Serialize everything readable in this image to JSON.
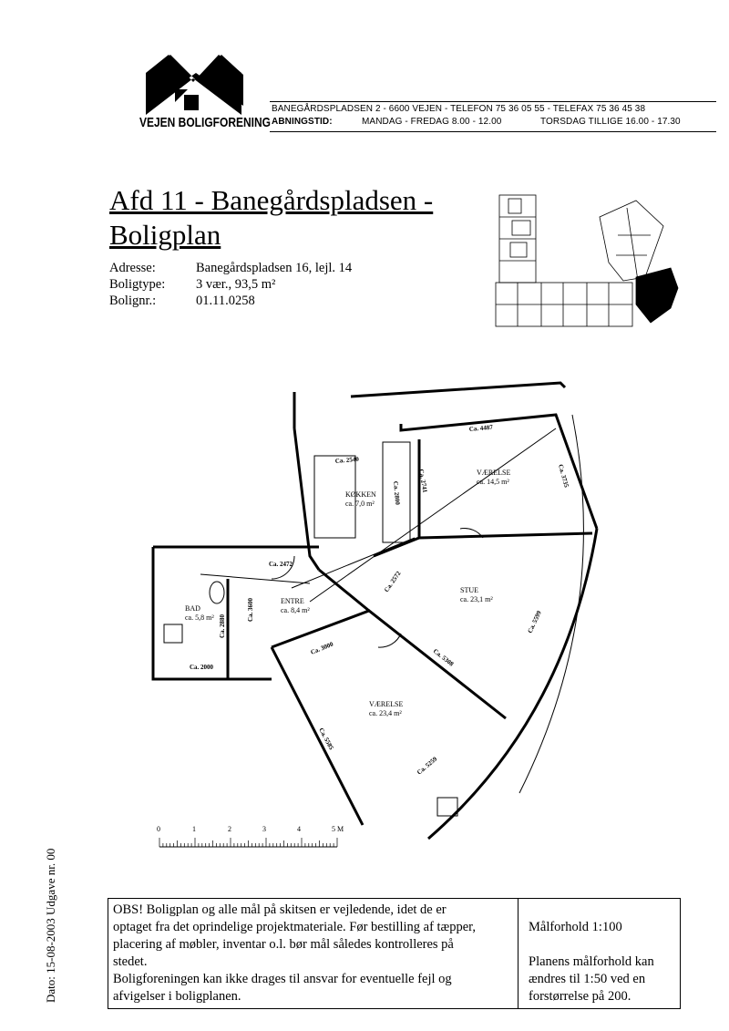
{
  "logo": {
    "name": "VEJEN BOLIGFORENING"
  },
  "header": {
    "address_line": "BANEGÅRDSPLADSEN 2 - 6600 VEJEN - TELEFON 75 36 05 55 - TELEFAX 75 36 45 38",
    "hours_label": "ABNINGSTID:",
    "hours_weekdays": "MANDAG - FREDAG 8.00 - 12.00",
    "hours_thursday": "TORSDAG TILLIGE 16.00 - 17.30"
  },
  "title": {
    "line1": "Afd 11 - Banegårdspladsen -",
    "line2": "Boligplan"
  },
  "details": [
    {
      "label": "Adresse:",
      "value": "Banegårdspladsen 16, lejl. 14"
    },
    {
      "label": "Boligtype:",
      "value": "3 vær., 93,5 m²"
    },
    {
      "label": "Bolignr.:",
      "value": "01.11.0258"
    }
  ],
  "rooms": {
    "vaerelse1": {
      "name": "VÆRELSE",
      "area": "ca. 14,5 m²"
    },
    "kokken": {
      "name": "KØKKEN",
      "area": "ca. 7,0 m²"
    },
    "stue": {
      "name": "STUE",
      "area": "ca. 23,1 m²"
    },
    "entre": {
      "name": "ENTRE",
      "area": "ca. 8,4 m²"
    },
    "bad": {
      "name": "BAD",
      "area": "ca. 5,8 m²"
    },
    "vaerelse2": {
      "name": "VÆRELSE",
      "area": "ca. 23,4 m²"
    }
  },
  "dimensions": [
    "Ca. 4487",
    "Ca. 2540",
    "Ca. 2800",
    "Ca. 2741",
    "Ca. 3735",
    "Ca. 2472",
    "Ca. 2572",
    "Ca. 3600",
    "Ca. 2880",
    "Ca. 2000",
    "Ca. 3000",
    "Ca. 5308",
    "Ca. 5599",
    "Ca. 5585",
    "Ca. 5259"
  ],
  "scale_bar": {
    "ticks": [
      "0",
      "1",
      "2",
      "3",
      "4",
      "5 M"
    ]
  },
  "notice": {
    "lines": [
      "OBS! Boligplan og alle mål på skitsen er vejledende, idet de er",
      "optaget fra det oprindelige projektmateriale. Før bestilling af tæpper,",
      "placering af møbler, inventar o.l. bør mål således kontrolleres på",
      "stedet.",
      "Boligforeningen kan ikke drages til ansvar for eventuelle fejl og",
      "afvigelser i boligplanen."
    ]
  },
  "scale_info": {
    "ratio": "Målforhold 1:100",
    "lines": [
      "Planens målforhold kan",
      "ændres til 1:50 ved en",
      "forstørrelse på 200."
    ]
  },
  "side_note": "Dato: 15-08-2003  Udgave nr. 00"
}
